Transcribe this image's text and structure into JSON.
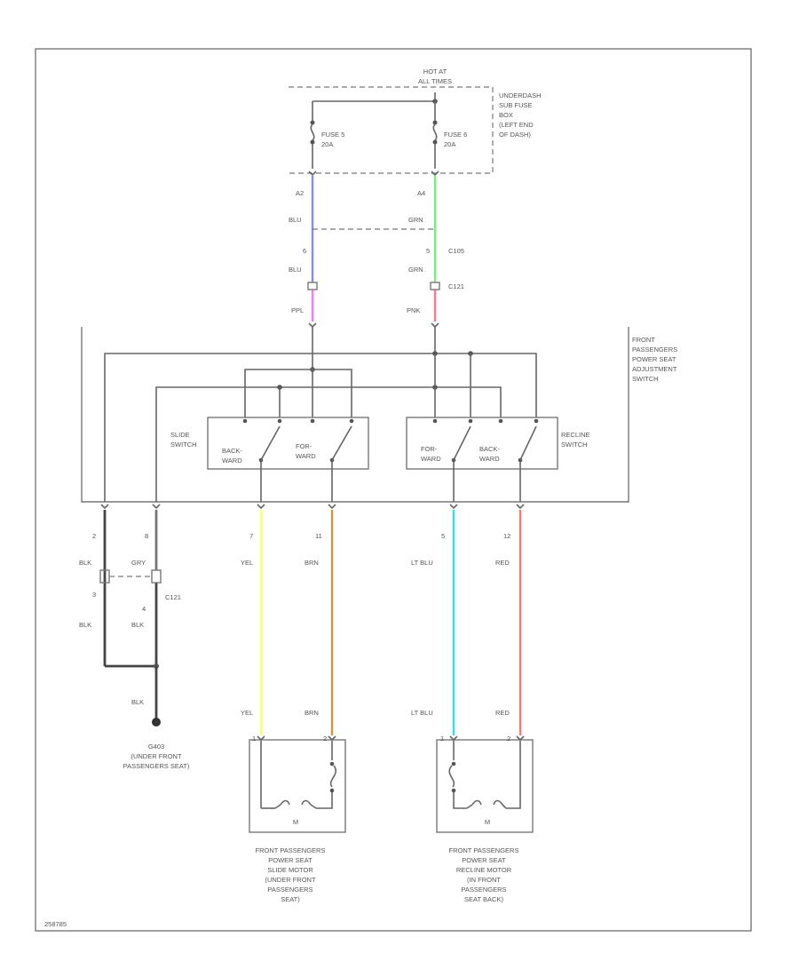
{
  "hot_at": [
    "HOT AT",
    "ALL TIMES"
  ],
  "fuse_box_label": [
    "UNDERDASH",
    "SUB FUSE",
    "BOX",
    "(LEFT END",
    "OF DASH)"
  ],
  "fuse_left": {
    "name": "FUSE 5",
    "rating": "20A"
  },
  "fuse_right": {
    "name": "FUSE 6",
    "rating": "20A"
  },
  "left_feed": {
    "pin_top": "A2",
    "color1": "BLU",
    "pin_mid": "6",
    "color2": "BLU",
    "color3": "PPL"
  },
  "right_feed": {
    "pin_top": "A4",
    "color1": "GRN",
    "pin_mid": "5",
    "connector_mid": "C105",
    "color2": "GRN",
    "connector_low": "C121",
    "color3": "PNK"
  },
  "switch_assembly_label": [
    "FRONT",
    "PASSENGERS",
    "POWER SEAT",
    "ADJUSTMENT",
    "SWITCH"
  ],
  "slide_switch": {
    "label": [
      "SLIDE",
      "SWITCH"
    ],
    "back": [
      "BACK-",
      "WARD"
    ],
    "for": [
      "FOR-",
      "WARD"
    ]
  },
  "recline_switch": {
    "label": [
      "RECLINE",
      "SWITCH"
    ],
    "for": [
      "FOR-",
      "WARD"
    ],
    "back": [
      "BACK-",
      "WARD"
    ]
  },
  "ground_wires": {
    "pin_a": "2",
    "pin_b": "8",
    "color_a": "BLK",
    "color_b": "GRY",
    "pin_c": "3",
    "pin_d": "4",
    "connector": "C121",
    "color_c": "BLK",
    "color_d": "BLK",
    "color_e": "BLK"
  },
  "ground_label": [
    "G403",
    "(UNDER FRONT",
    "PASSENGERS SEAT)"
  ],
  "motor_wires": [
    {
      "pin": "7",
      "color_top": "YEL",
      "color_bottom": "YEL",
      "motor_pin": "1",
      "hex": "#ffff66"
    },
    {
      "pin": "11",
      "color_top": "BRN",
      "color_bottom": "BRN",
      "motor_pin": "2",
      "hex": "#cc9944"
    },
    {
      "pin": "5",
      "color_top": "LT BLU",
      "color_bottom": "LT BLU",
      "motor_pin": "1",
      "hex": "#33ddee"
    },
    {
      "pin": "12",
      "color_top": "RED",
      "color_bottom": "RED",
      "motor_pin": "2",
      "hex": "#ff7777"
    }
  ],
  "motor_symbol": "M",
  "slide_motor_label": [
    "FRONT PASSENGERS",
    "POWER SEAT",
    "SLIDE MOTOR",
    "(UNDER FRONT",
    "PASSENGERS",
    "SEAT)"
  ],
  "recline_motor_label": [
    "FRONT PASSENGERS",
    "POWER SEAT",
    "RECLINE MOTOR",
    "(IN FRONT",
    "PASSENGERS",
    "SEAT BACK)"
  ],
  "diagram_id": "258785",
  "colors": {
    "blu": "#8888ff",
    "grn": "#77ee77",
    "ppl": "#ff77ff",
    "pnk": "#ff7799"
  }
}
